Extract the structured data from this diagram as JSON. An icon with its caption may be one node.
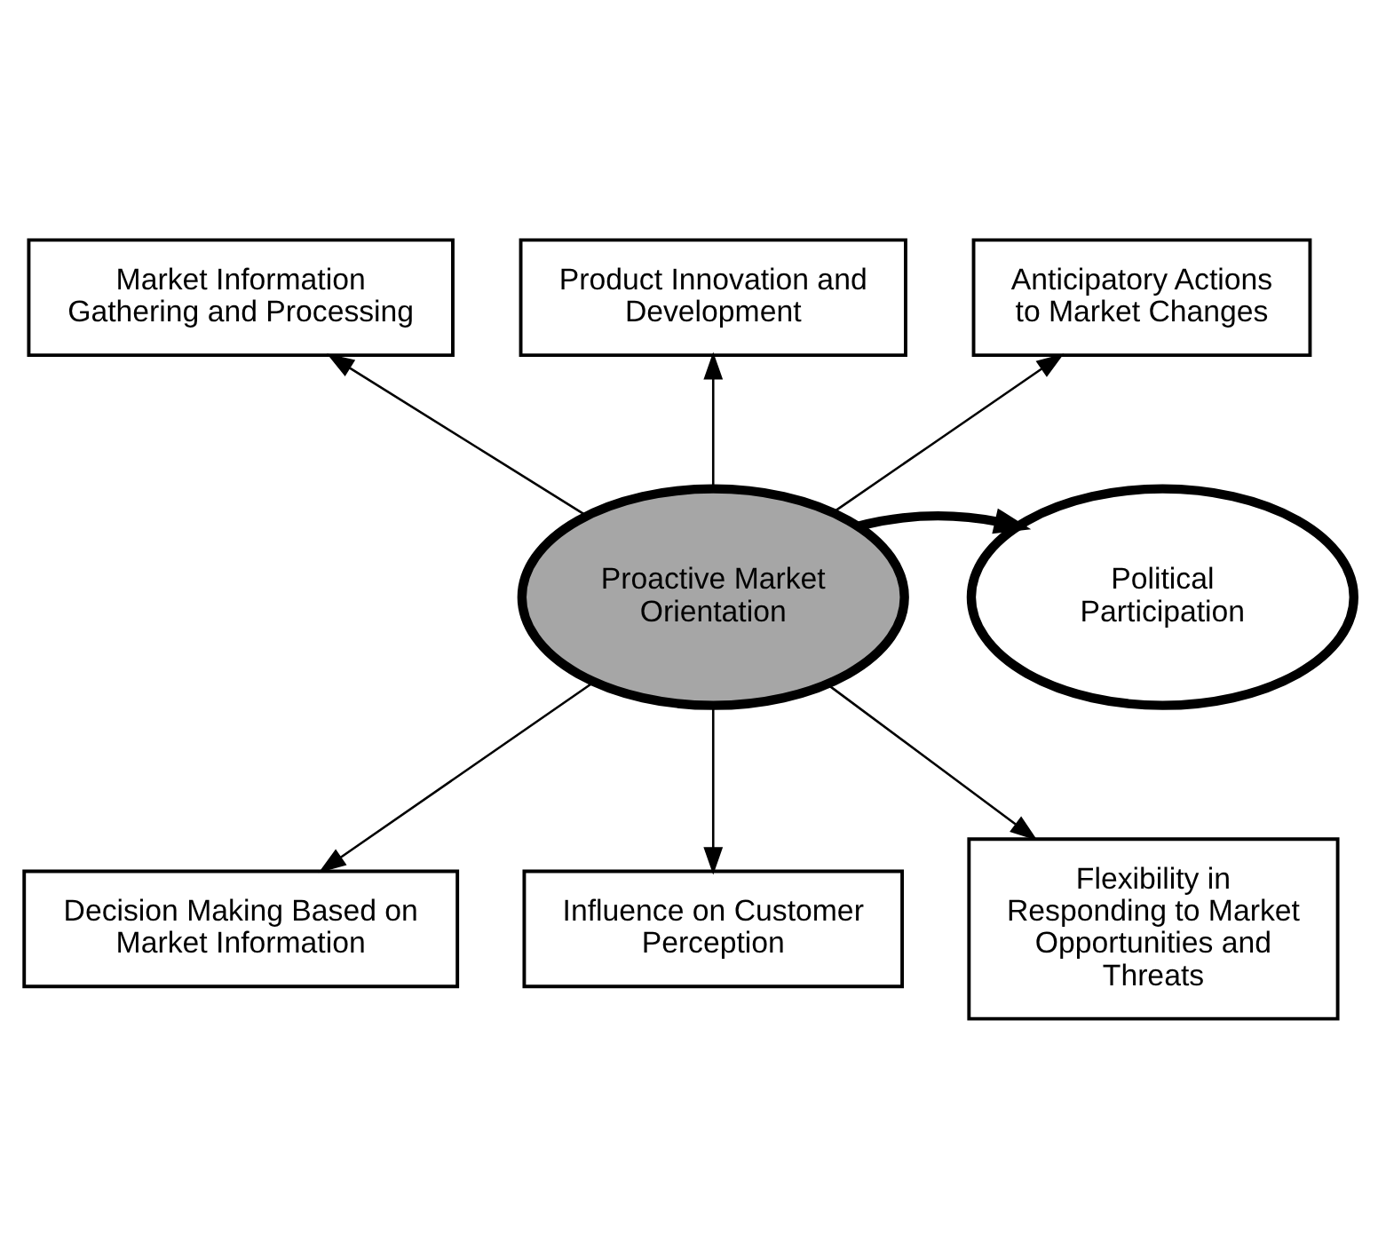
{
  "diagram": {
    "nodes": [
      {
        "text": [
          "Product Innovation and Development"
        ]
      },
      {
        "text": [
          "Market Information Gathering and Processing"
        ]
      },
      {
        "text": [
          "Anticipatory Actions to Market Changes"
        ]
      },
      {
        "text": [
          "Proactive Market Orientation"
        ]
      },
      {
        "text": [
          "Political Participation"
        ]
      },
      {
        "text": [
          "Decision Making Based on Market Information"
        ]
      },
      {
        "text": [
          "Flexibility in Responding to Market Opportunities and Threats"
        ]
      },
      {
        "text": [
          "Influence on Customer Perception"
        ]
      }
    ],
    "edges": [
      {
        "from": 3,
        "to": 0,
        "arrow": "to"
      },
      {
        "from": 3,
        "to": 1,
        "arrow": "to"
      },
      {
        "from": 3,
        "to": 2,
        "arrow": "to"
      },
      {
        "from": 3,
        "to": 4,
        "arrow": "to",
        "style": "thick"
      },
      {
        "from": 3,
        "to": 5,
        "arrow": "to"
      },
      {
        "from": 3,
        "to": 6,
        "arrow": "to"
      },
      {
        "from": 3,
        "to": 7,
        "arrow": "to"
      }
    ]
  }
}
